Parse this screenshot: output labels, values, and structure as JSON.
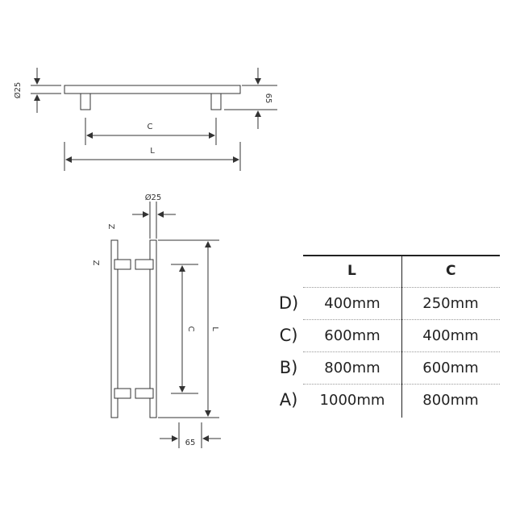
{
  "top_view": {
    "dim_diameter": "Ø25",
    "dim_height": "65",
    "dim_c": "C",
    "dim_l": "L"
  },
  "side_view": {
    "dim_diameter": "Ø25",
    "label_z1": "Z",
    "label_z2": "Z",
    "dim_c": "C",
    "dim_l": "L",
    "dim_depth": "65"
  },
  "table": {
    "header_l": "L",
    "header_c": "C",
    "rows": [
      {
        "label": "D)",
        "l": "400mm",
        "c": "250mm"
      },
      {
        "label": "C)",
        "l": "600mm",
        "c": "400mm"
      },
      {
        "label": "B)",
        "l": "800mm",
        "c": "600mm"
      },
      {
        "label": "A)",
        "l": "1000mm",
        "c": "800mm"
      }
    ]
  }
}
